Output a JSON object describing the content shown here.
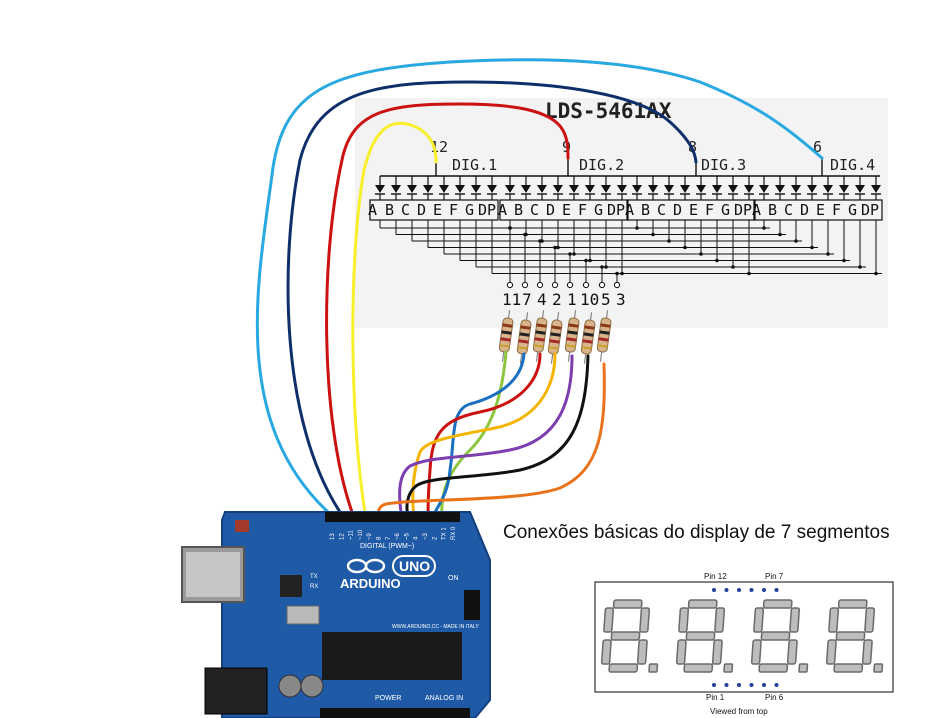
{
  "schematic": {
    "part_number": "LDS-5461AX",
    "digits": [
      {
        "label": "DIG.1",
        "pin": "12"
      },
      {
        "label": "DIG.2",
        "pin": "9"
      },
      {
        "label": "DIG.3",
        "pin": "8"
      },
      {
        "label": "DIG.4",
        "pin": "6"
      }
    ],
    "segments": [
      "A",
      "B",
      "C",
      "D",
      "E",
      "F",
      "G",
      "DP"
    ],
    "bottom_pins": [
      "11",
      "7",
      "4",
      "2",
      "1",
      "10",
      "5",
      "3"
    ]
  },
  "caption": "Conexões básicas do display de 7 segmentos",
  "package_view": {
    "pin_labels": [
      "Pin 12",
      "Pin 7",
      "Pin 1",
      "Pin 6"
    ],
    "footer": "Viewed from top"
  },
  "arduino": {
    "brand": "ARDUINO",
    "model": "UNO",
    "digital_label": "DIGITAL (PWM~)",
    "power_label": "POWER",
    "analog_label": "ANALOG IN",
    "on_label": "ON",
    "tx_label": "TX",
    "rx_label": "RX",
    "made_in": "WWW.ARDUINO.CC - MADE IN ITALY",
    "header_pins": [
      "13",
      "12",
      "~11",
      "~10",
      "~9",
      "8",
      "7",
      "~6",
      "~5",
      "4",
      "~3",
      "2",
      "TX 1",
      "RX 0"
    ]
  },
  "colors": {
    "wire_light_blue": "#29a9e1",
    "wire_navy": "#0f2f6b",
    "wire_red": "#cc1111",
    "wire_yellow": "#f7ef2a",
    "wire_green": "#8cc63e",
    "wire_blue": "#1a6fc0",
    "wire_orange_yellow": "#f4b400",
    "wire_purple": "#7d3fb0",
    "wire_black": "#111111",
    "wire_orange": "#e8731a",
    "board": "#1f5aa6",
    "board_dark": "#133f7d"
  }
}
